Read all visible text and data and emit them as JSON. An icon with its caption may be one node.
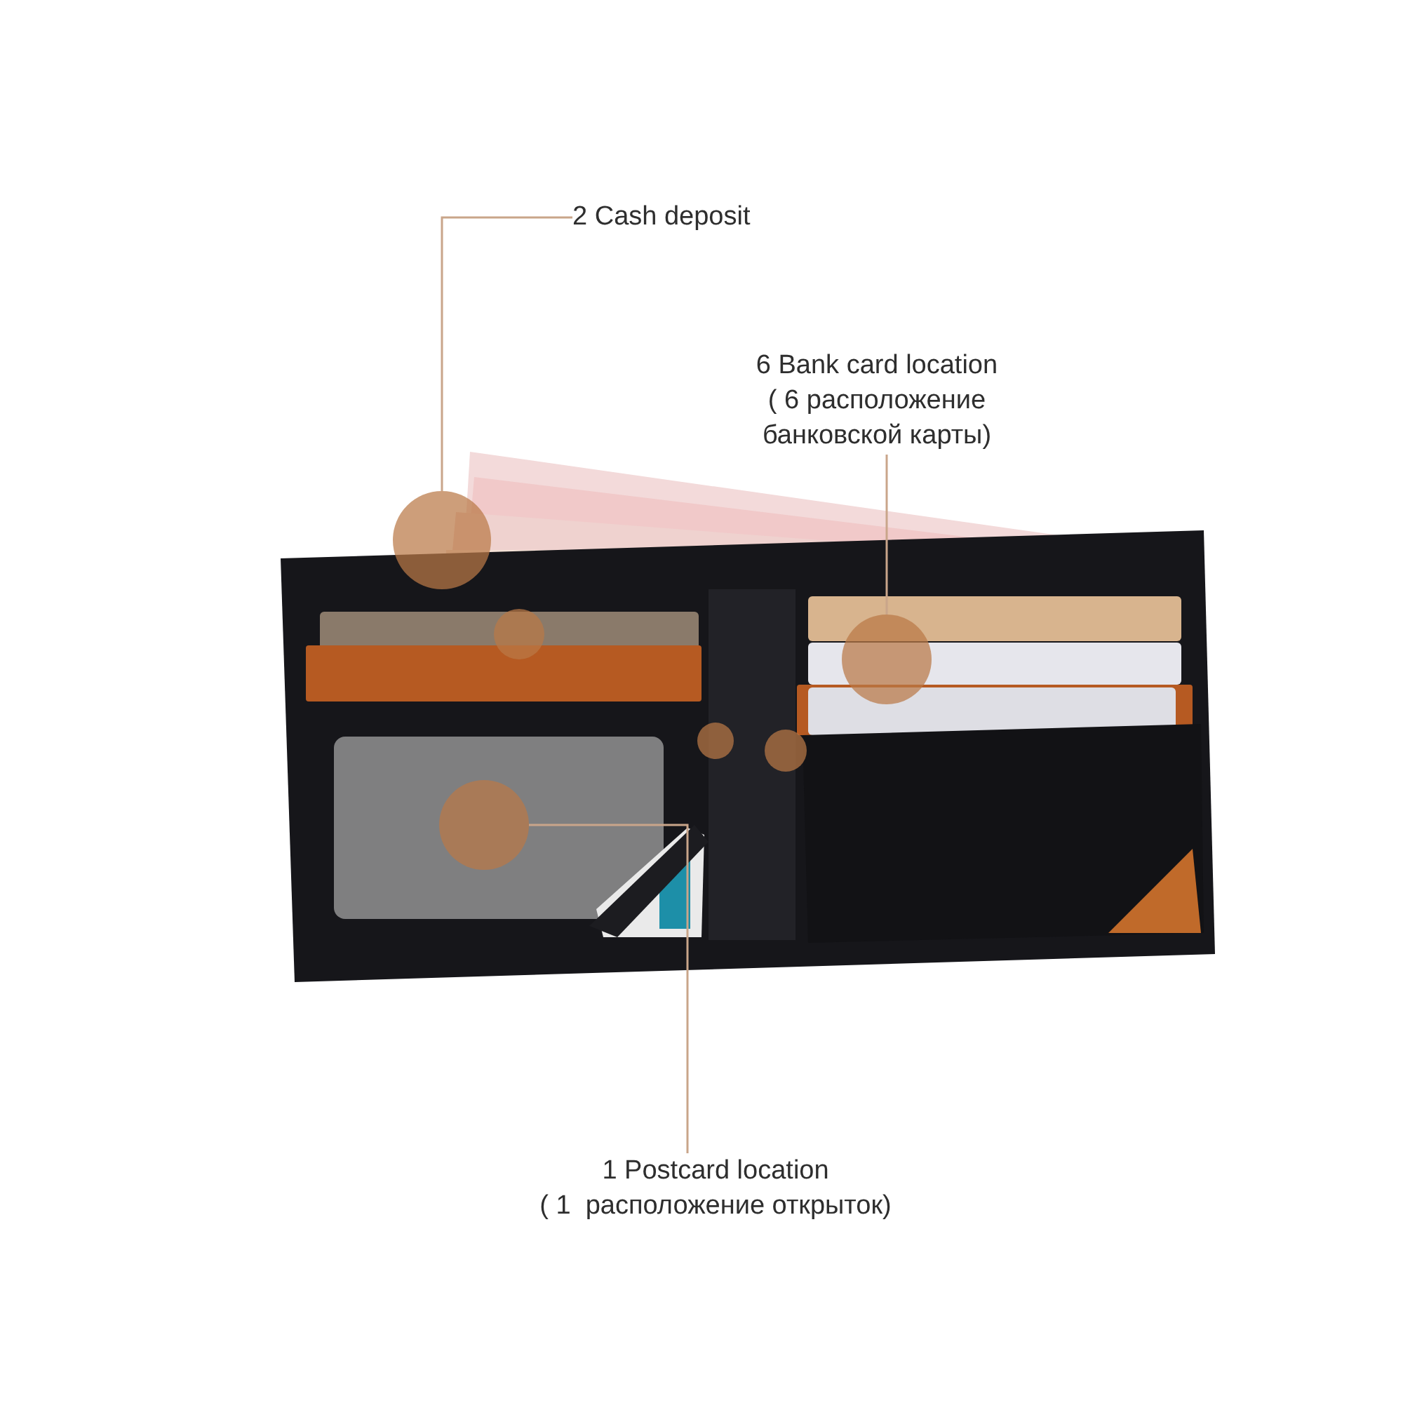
{
  "diagram": {
    "nodes": [
      {
        "text": [
          "2 Cash deposit"
        ]
      },
      {
        "text": [
          "6 Bank card location",
          "( 6 расположение банковской карты)"
        ]
      },
      {
        "text": [
          "1 Postcard location",
          "( 1  расположение открыток)"
        ]
      },
      {
        "text": [],
        "shape": "circle"
      },
      {
        "text": [],
        "shape": "circle"
      },
      {
        "text": [],
        "shape": "circle"
      },
      {
        "text": [],
        "shape": "circle"
      },
      {
        "text": [],
        "shape": "circle"
      },
      {
        "text": [],
        "shape": "circle"
      }
    ],
    "edges": [
      {
        "from": 0,
        "to": 3,
        "arrow": "none"
      },
      {
        "from": 1,
        "to": 4,
        "arrow": "none"
      },
      {
        "from": 2,
        "to": 5,
        "arrow": "none"
      }
    ]
  }
}
